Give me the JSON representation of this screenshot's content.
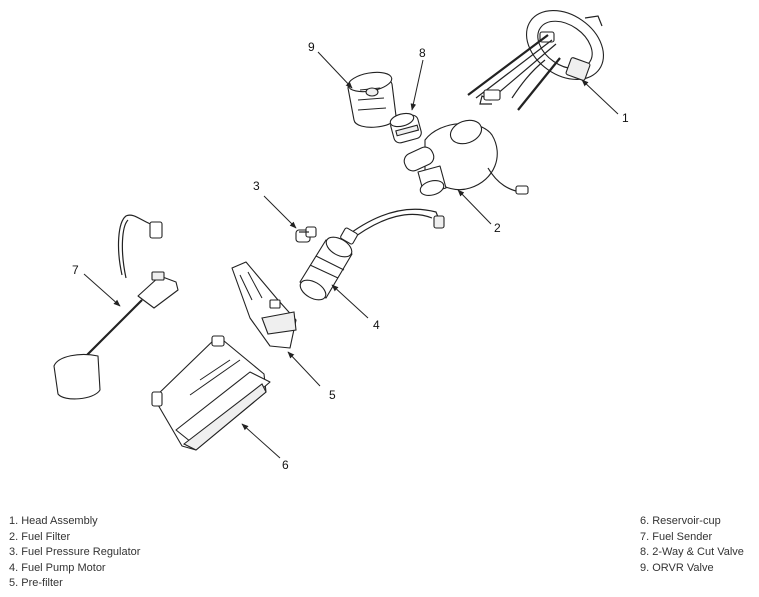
{
  "callouts": {
    "c1": "1",
    "c2": "2",
    "c3": "3",
    "c4": "4",
    "c5": "5",
    "c6": "6",
    "c7": "7",
    "c8": "8",
    "c9": "9"
  },
  "legend_left": [
    "1. Head Assembly",
    "2. Fuel Filter",
    "3. Fuel Pressure Regulator",
    "4. Fuel Pump Motor",
    "5. Pre-filter"
  ],
  "legend_right": [
    "6. Reservoir-cup",
    "7. Fuel Sender",
    "8. 2-Way & Cut Valve",
    "9. ORVR Valve"
  ]
}
